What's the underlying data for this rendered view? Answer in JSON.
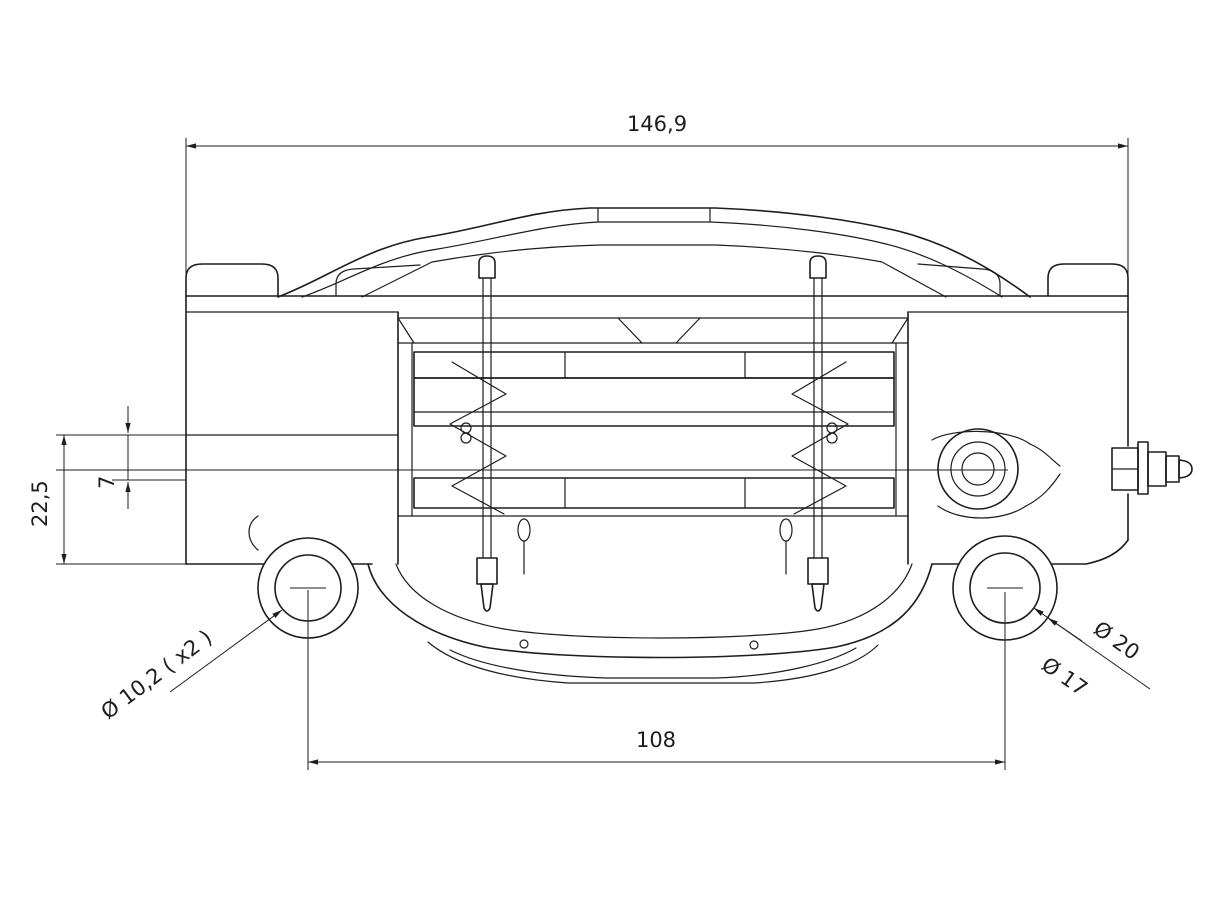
{
  "drawing": {
    "dims": {
      "overall_width": "146,9",
      "pad_step": "7",
      "mount_offset": "22,5",
      "mount_spacing": "108",
      "mount_hole_dia": "Ø 10,2  ( x2 )",
      "bore_outer_dia": "Ø 20",
      "bore_inner_dia": "Ø 17"
    },
    "colors": {
      "line": "#1d1d1f",
      "background": "#ffffff"
    }
  }
}
